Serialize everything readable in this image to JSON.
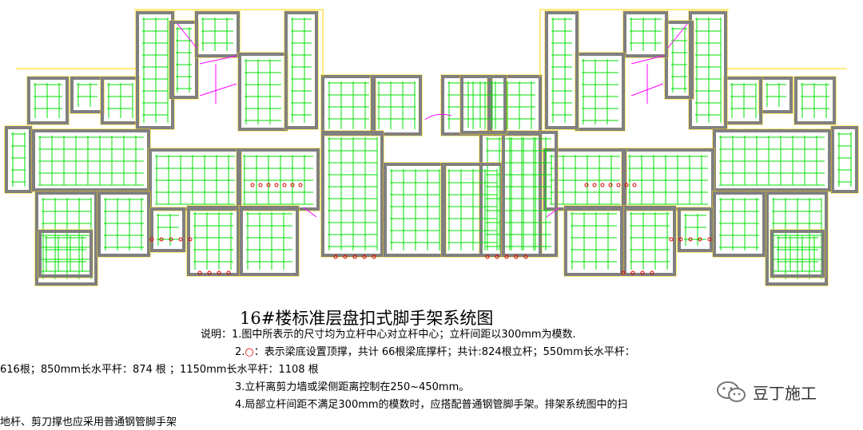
{
  "title": "16#楼标准层盘扣式脚手架系统图",
  "notes": {
    "line1": "说明：1.图中所表示的尺寸均为立杆中心对立杆中心；立杆间距以300mm为模数.",
    "line2_prefix": "2.",
    "line2_symbol": "○",
    "line2_rest": "：表示梁底设置顶撑，共计 66根梁底撑杆；共计:824根立杆；550mm长水平杆：",
    "line3": "616根；850mm长水平杆：874 根 ；1150mm长水平杆：1108 根",
    "line4": "3.立杆离剪力墙或梁侧距离控制在250~450mm。",
    "line5": "4.局部立杆间距不满足300mm的模数时，应搭配普通钢管脚手架。排架系统图中的扫",
    "line6": "地杆、剪刀撑也应采用普通钢管脚手架"
  },
  "watermark": {
    "text": "豆丁施工",
    "icon": "wechat-icon"
  },
  "colors": {
    "grid": "#00e000",
    "wall": "#808080",
    "outline": "#ffd400",
    "pole": "#e00000",
    "accent": "#ff00ff"
  }
}
